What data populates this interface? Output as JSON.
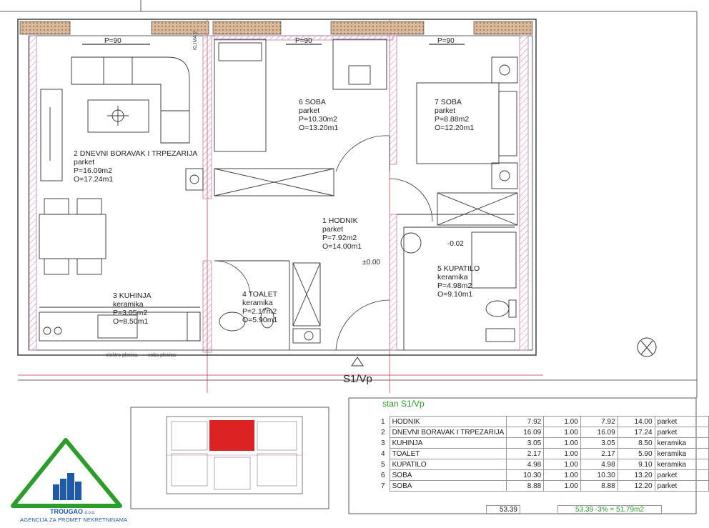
{
  "plan": {
    "opening_label": "P=90",
    "wardrobe_label": "KLIMA 2",
    "level_zero": "±0.00",
    "level_bath": "-0.02",
    "section_label": "S1/Vp",
    "balcony_note_1": "elektro plocica",
    "balcony_note_2": "soba plocica",
    "rooms": [
      {
        "name": "6 SOBA",
        "floor": "parket",
        "area": "P=10.30m2",
        "perimeter": "O=13.20m1"
      },
      {
        "name": "7 SOBA",
        "floor": "parket",
        "area": "P=8.88m2",
        "perimeter": "O=12.20m1"
      },
      {
        "name": "2 DNEVNI BORAVAK I TRPEZARIJA",
        "floor": "parket",
        "area": "P=16.09m2",
        "perimeter": "O=17.24m1"
      },
      {
        "name": "1 HODNIK",
        "floor": "parket",
        "area": "P=7.92m2",
        "perimeter": "O=14.00m1"
      },
      {
        "name": "5 KUPATILO",
        "floor": "keramika",
        "area": "P=4.98m2",
        "perimeter": "O=9.10m1"
      },
      {
        "name": "3 KUHINJA",
        "floor": "keramika",
        "area": "P=3.05m2",
        "perimeter": "O=8.50m1"
      },
      {
        "name": "4 TOALET",
        "floor": "keramika",
        "area": "P=2.17m2",
        "perimeter": "O=5.90m1"
      }
    ]
  },
  "table": {
    "title": "stan S1/Vp",
    "rows": [
      {
        "n": "1",
        "name": "HODNIK",
        "a": "7.92",
        "k": "1.00",
        "b": "7.92",
        "o": "14.00",
        "floor": "parket"
      },
      {
        "n": "2",
        "name": "DNEVNI BORAVAK I TRPEZARIJA",
        "a": "16.09",
        "k": "1.00",
        "b": "16.09",
        "o": "17.24",
        "floor": "parket"
      },
      {
        "n": "3",
        "name": "KUHINJA",
        "a": "3.05",
        "k": "1.00",
        "b": "3.05",
        "o": "8.50",
        "floor": "keramika"
      },
      {
        "n": "4",
        "name": "TOALET",
        "a": "2.17",
        "k": "1.00",
        "b": "2.17",
        "o": "5.90",
        "floor": "keramika"
      },
      {
        "n": "5",
        "name": "KUPATILO",
        "a": "4.98",
        "k": "1.00",
        "b": "4.98",
        "o": "9.10",
        "floor": "keramika"
      },
      {
        "n": "6",
        "name": "SOBA",
        "a": "10.30",
        "k": "1.00",
        "b": "10.30",
        "o": "13.20",
        "floor": "parket"
      },
      {
        "n": "7",
        "name": "SOBA",
        "a": "8.88",
        "k": "1.00",
        "b": "8.88",
        "o": "12.20",
        "floor": "parket"
      }
    ],
    "total": "53.39",
    "net_total": "53.39 -3% = 51.79m2"
  },
  "logo": {
    "name": "TROUGAO",
    "suffix": "d.o.o.",
    "subtitle": "AGENCIJA ZA PROMET NEKRETNINAMA"
  },
  "colors": {
    "line": "#333333",
    "guide": "#c0304a",
    "hatch": "#c07aa8",
    "brick": "#b08060",
    "accent_green": "#2a9d2a",
    "highlight_red": "#dd2222",
    "logo_blue": "#1e5aa8"
  }
}
